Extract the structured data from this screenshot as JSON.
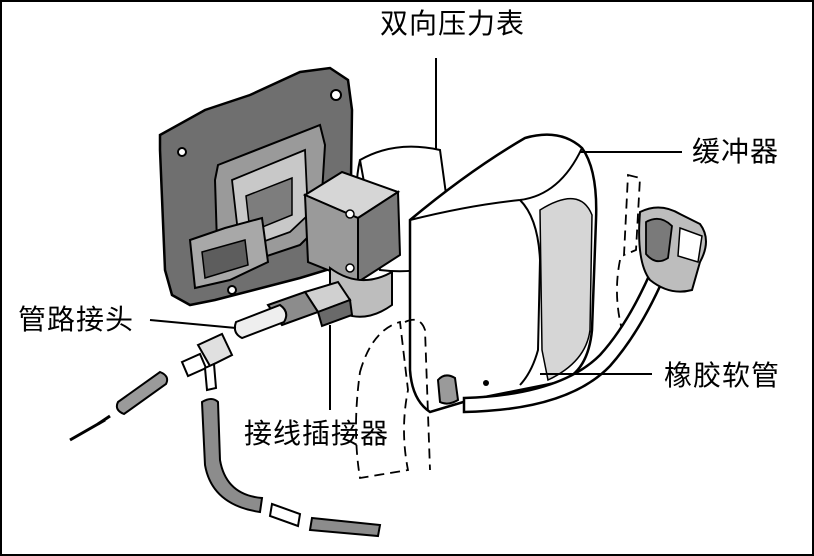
{
  "labels": {
    "pressure_gauge": "双向压力表",
    "buffer": "缓冲器",
    "pipe_fitting": "管路接头",
    "rubber_hose": "橡胶软管",
    "wire_connector": "接线插接器"
  },
  "colors": {
    "line": "#000000",
    "dark_fill": "#6f6f6f",
    "mid_fill": "#9a9a9a",
    "light_fill": "#d6d6d6",
    "background": "#ffffff"
  }
}
